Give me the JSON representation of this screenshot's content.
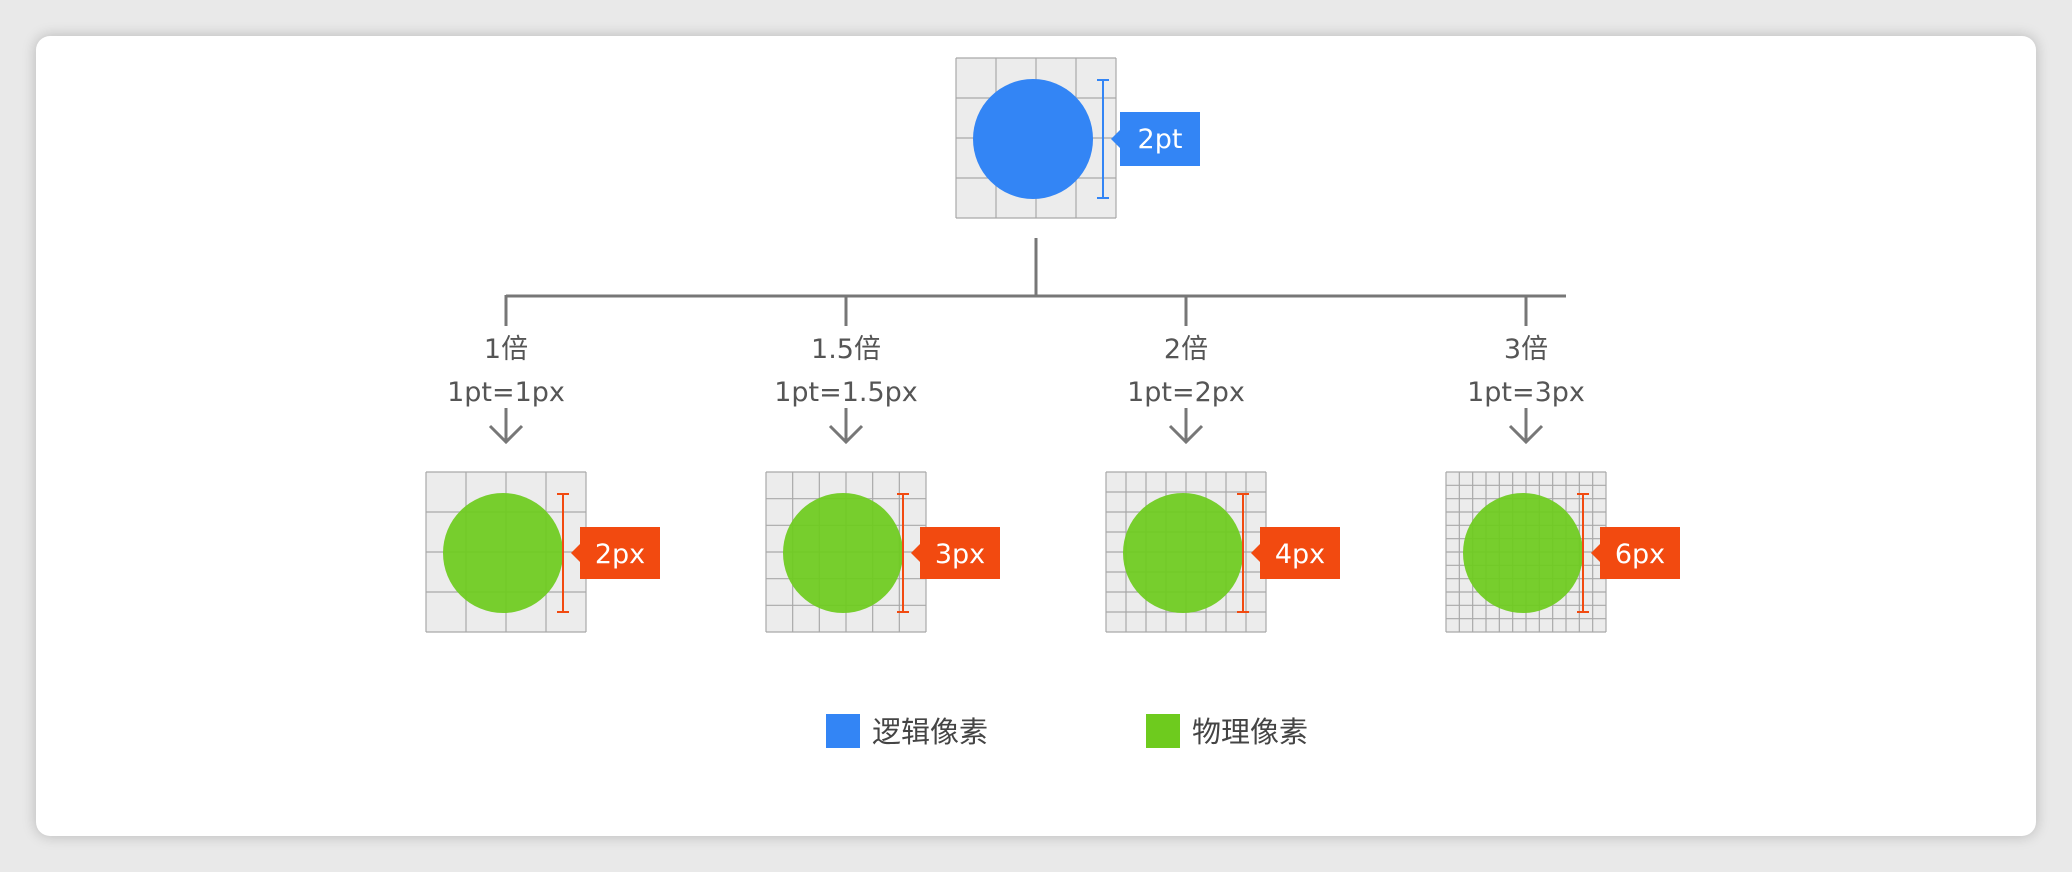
{
  "colors": {
    "logical": "#3385f5",
    "physical": "#6ecb1e",
    "badge_logical": "#3385f5",
    "badge_physical": "#f24a10",
    "tile_bg": "#ececec",
    "grid": "#a9a9a9",
    "connector": "#777777"
  },
  "top": {
    "label": "2pt",
    "grid_divisions": 2
  },
  "variants": [
    {
      "scale": "1倍",
      "formula": "1pt=1px",
      "label": "2px",
      "grid_divisions": 2
    },
    {
      "scale": "1.5倍",
      "formula": "1pt=1.5px",
      "label": "3px",
      "grid_divisions": 3
    },
    {
      "scale": "2倍",
      "formula": "1pt=2px",
      "label": "4px",
      "grid_divisions": 4
    },
    {
      "scale": "3倍",
      "formula": "1pt=3px",
      "label": "6px",
      "grid_divisions": 6
    }
  ],
  "legend": {
    "logical": "逻辑像素",
    "physical": "物理像素"
  }
}
